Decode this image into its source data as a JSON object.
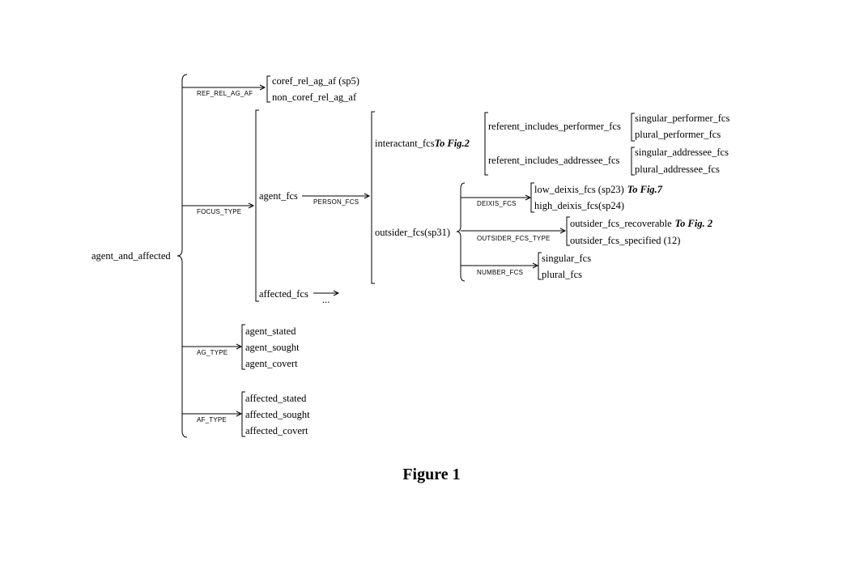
{
  "root": "agent_and_affected",
  "systems": {
    "ref_rel": "REF_REL_AG_AF",
    "focus_type": "FOCUS_TYPE",
    "person": "PERSON_FCS",
    "ag_type": "AG_TYPE",
    "af_type": "AF_TYPE",
    "deixis": "DEIXIS_FCS",
    "outsider_type": "OUTSIDER_FCS_TYPE",
    "number": "NUMBER_FCS"
  },
  "features": {
    "coref": "coref_rel_ag_af (sp5)",
    "non_coref": "non_coref_rel_ag_af",
    "agent_fcs": "agent_fcs",
    "affected_fcs": "affected_fcs",
    "ellipsis": "...",
    "interactant": "interactant_fcs",
    "interactant_ref": "To Fig.2",
    "outsider": "outsider_fcs(sp31)",
    "ref_performer": "referent_includes_performer_fcs",
    "ref_addressee": "referent_includes_addressee_fcs",
    "singular_performer": "singular_performer_fcs",
    "plural_performer": "plural_performer_fcs",
    "singular_addressee": "singular_addressee_fcs",
    "plural_addressee": "plural_addressee_fcs",
    "low_deixis": "low_deixis_fcs (sp23)",
    "low_deixis_ref": "To Fig.7",
    "high_deixis": "high_deixis_fcs(sp24)",
    "outsider_recoverable": "outsider_fcs_recoverable",
    "outsider_recoverable_ref": "To Fig. 2",
    "outsider_specified": "outsider_fcs_specified (12)",
    "singular_fcs": "singular_fcs",
    "plural_fcs": "plural_fcs",
    "agent_stated": "agent_stated",
    "agent_sought": "agent_sought",
    "agent_covert": "agent_covert",
    "affected_stated": "affected_stated",
    "affected_sought": "affected_sought",
    "affected_covert": "affected_covert"
  },
  "caption": "Figure 1"
}
